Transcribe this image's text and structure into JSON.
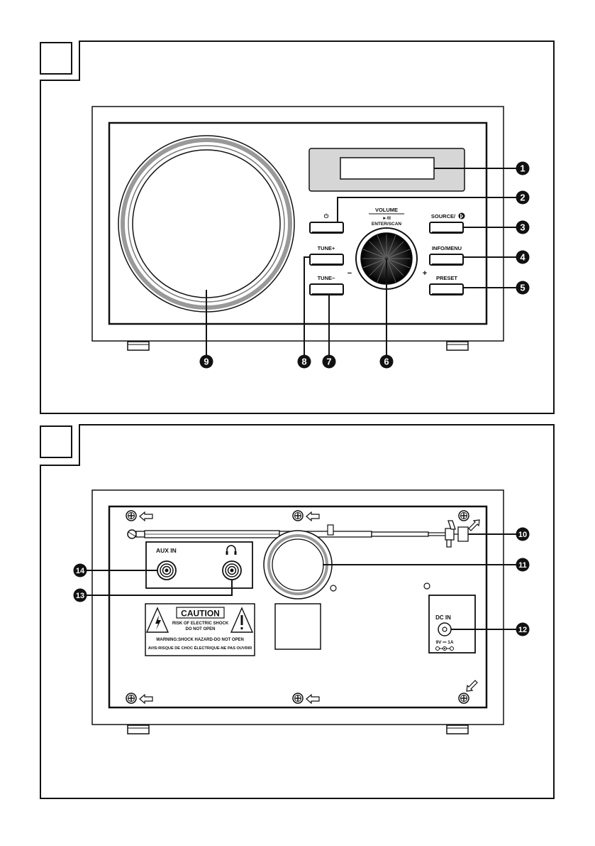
{
  "front_panel": {
    "buttons": {
      "power": "⏻",
      "tune_plus": "TUNE+",
      "tune_minus": "TUNE−",
      "source": "SOURCE/",
      "info_menu": "INFO/MENU",
      "preset": "PRESET"
    },
    "knob": {
      "title": "VOLUME",
      "play_pause": "►/II",
      "enter_scan": "ENTER/SCAN",
      "minus": "−",
      "plus": "+"
    },
    "callouts": [
      "1",
      "2",
      "3",
      "4",
      "5",
      "6",
      "7",
      "8",
      "9"
    ]
  },
  "back_panel": {
    "aux_label": "AUX IN",
    "headphone_symbol": "🎧",
    "caution": {
      "title": "CAUTION",
      "line1": "RISK OF ELECTRIC SHOCK",
      "line2": "DO NOT OPEN",
      "line3": "WARNING:SHOCK HAZARD-DO NOT OPEN",
      "line4": "AVIS:RISQUE DE CHOC ÉLECTRIQUE-NE PAS OUVRIR"
    },
    "dc_in": {
      "label": "DC IN",
      "rating": "9V ⎓ 1A"
    },
    "callouts": [
      "10",
      "11",
      "12",
      "13",
      "14"
    ]
  },
  "colors": {
    "line": "#111111",
    "callout_fill": "#111111",
    "display_fill": "#d8d8d8",
    "knob_fill": "#222222"
  }
}
